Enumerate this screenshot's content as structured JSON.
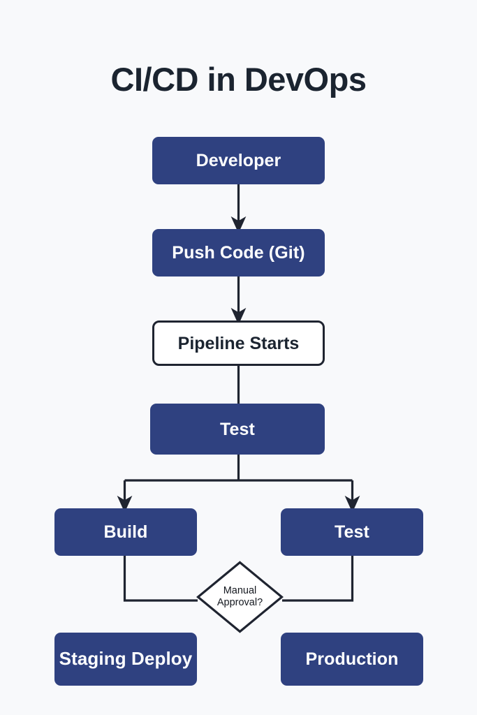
{
  "page": {
    "title": "CI/CD in DevOps",
    "background_color": "#f8f9fb",
    "accent_color": "#2f4180",
    "line_color": "#1f2430",
    "title_color": "#1b2430"
  },
  "diagram": {
    "type": "flowchart",
    "nodes": [
      {
        "id": "developer",
        "label": "Developer",
        "shape": "rounded-rect",
        "style": "solid"
      },
      {
        "id": "push_code",
        "label": "Push Code (Git)",
        "shape": "rounded-rect",
        "style": "solid"
      },
      {
        "id": "pipeline",
        "label": "Pipeline Starts",
        "shape": "rounded-rect",
        "style": "outline"
      },
      {
        "id": "test_main",
        "label": "Test",
        "shape": "rounded-rect",
        "style": "solid"
      },
      {
        "id": "build",
        "label": "Build",
        "shape": "rounded-rect",
        "style": "solid"
      },
      {
        "id": "test_branch",
        "label": "Test",
        "shape": "rounded-rect",
        "style": "solid"
      },
      {
        "id": "decision",
        "label": "Manual\nApproval?",
        "shape": "diamond",
        "style": "outline"
      },
      {
        "id": "staging",
        "label": "Staging Deploy",
        "shape": "rounded-rect",
        "style": "solid"
      },
      {
        "id": "production",
        "label": "Production",
        "shape": "rounded-rect",
        "style": "solid"
      }
    ],
    "edges": [
      {
        "from": "developer",
        "to": "push_code",
        "arrow": true
      },
      {
        "from": "push_code",
        "to": "pipeline",
        "arrow": true
      },
      {
        "from": "pipeline",
        "to": "test_main",
        "arrow": false
      },
      {
        "from": "test_main",
        "to": "build",
        "arrow": true
      },
      {
        "from": "test_main",
        "to": "test_branch",
        "arrow": true
      },
      {
        "from": "build",
        "to": "decision",
        "arrow": false
      },
      {
        "from": "test_branch",
        "to": "decision",
        "arrow": false
      }
    ]
  }
}
